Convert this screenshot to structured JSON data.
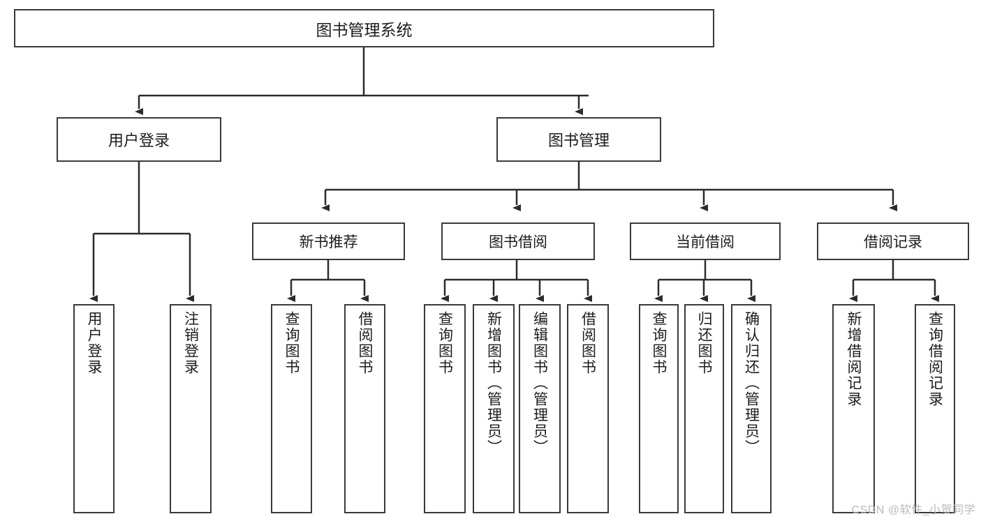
{
  "diagram": {
    "title": "图书管理系统",
    "type": "tree-hierarchy",
    "root": {
      "label": "图书管理系统"
    },
    "level1": [
      {
        "label": "用户登录"
      },
      {
        "label": "图书管理"
      }
    ],
    "level2": [
      {
        "label": "新书推荐"
      },
      {
        "label": "图书借阅"
      },
      {
        "label": "当前借阅"
      },
      {
        "label": "借阅记录"
      }
    ],
    "leaves": {
      "user_login": [
        {
          "label": "用户登录"
        },
        {
          "label": "注销登录"
        }
      ],
      "new_book_recommend": [
        {
          "label": "查询图书"
        },
        {
          "label": "借阅图书"
        }
      ],
      "book_borrow": [
        {
          "label": "查询图书"
        },
        {
          "label": "新增图书（管理员）"
        },
        {
          "label": "编辑图书（管理员）"
        },
        {
          "label": "借阅图书"
        }
      ],
      "current_borrow": [
        {
          "label": "查询图书"
        },
        {
          "label": "归还图书"
        },
        {
          "label": "确认归还（管理员）"
        }
      ],
      "borrow_record": [
        {
          "label": "新增借阅记录"
        },
        {
          "label": "查询借阅记录"
        }
      ]
    }
  },
  "watermark": {
    "text": "CSDN @软件_小贺同学"
  },
  "colors": {
    "box_border": "#3a3a3a",
    "text": "#1c1c1c",
    "background": "#ffffff",
    "watermark": "#b9b9b9"
  }
}
